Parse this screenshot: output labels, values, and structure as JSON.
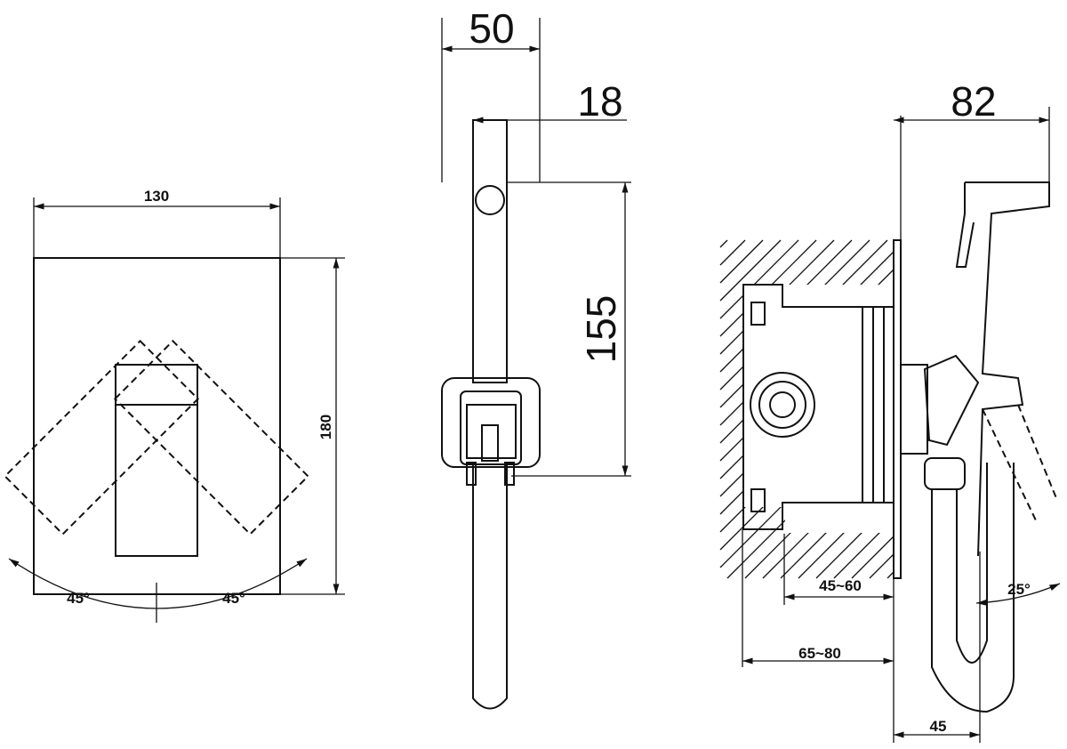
{
  "front_view": {
    "width_label": "130",
    "height_label": "180",
    "angle_left": "45°",
    "angle_right": "45°"
  },
  "side_view": {
    "offset_label": "50",
    "pipe_label": "18",
    "height_label": "155"
  },
  "install_view": {
    "projection_label": "82",
    "inner_depth_label": "45~60",
    "outer_depth_label": "65~80",
    "angle_label": "25°",
    "hose_label": "45"
  },
  "colors": {
    "line": "#111111",
    "background": "#ffffff"
  }
}
